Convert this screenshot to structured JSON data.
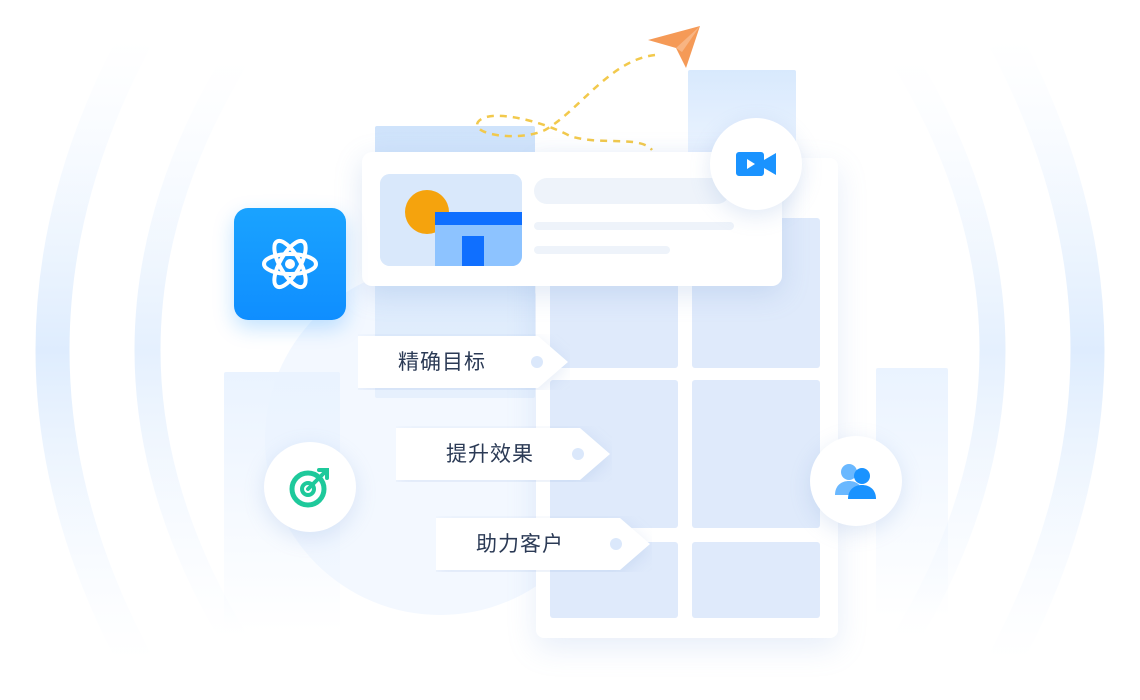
{
  "tags": {
    "precise_target": "精确目标",
    "boost_effect": "提升效果",
    "help_customers": "助力客户"
  },
  "icons": {
    "atom": "atom-icon",
    "video": "video-camera-icon",
    "target": "target-icon",
    "users": "users-icon",
    "plane": "paper-plane-icon"
  },
  "colors": {
    "primary_blue": "#0f8eff",
    "light_blue": "#dfeafb",
    "orange": "#f5a30d",
    "arrow_orange": "#f59a57",
    "green": "#1ec99b",
    "dash_yellow": "#f2c94c"
  }
}
